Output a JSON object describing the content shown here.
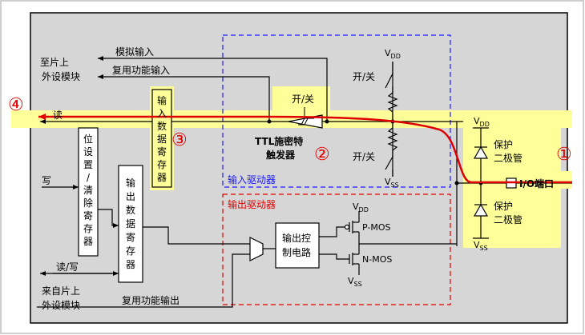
{
  "labels": {
    "to_peripheral_line1": "至片上",
    "to_peripheral_line2": "外设模块",
    "analog_input": "模拟输入",
    "alt_func_input": "复用功能输入",
    "read": "读",
    "write": "写",
    "read_write": "读/写",
    "from_peripheral_line1": "来自片上",
    "from_peripheral_line2": "外设模块",
    "alt_func_output": "复用功能输出",
    "on_off_schmitt": "开/关",
    "on_off_top": "开/关",
    "on_off_bottom": "开/关",
    "schmitt_line1": "TTL施密特",
    "schmitt_line2": "触发器",
    "input_driver": "输入驱动器",
    "output_driver": "输出驱动器",
    "vdd_top": "V",
    "vss_top": "V",
    "vdd_pmos": "V",
    "vss_nmos": "V",
    "vdd_diode": "V",
    "vss_diode": "V",
    "sub_dd": "DD",
    "sub_ss": "SS",
    "pmos": "P-MOS",
    "nmos": "N-MOS",
    "protect_top_1": "保护",
    "protect_top_2": "二极管",
    "protect_bottom_1": "保护",
    "protect_bottom_2": "二极管",
    "io_port": "I/O端口"
  },
  "blocks": {
    "bit_set_clear_register": [
      "位",
      "设",
      "置",
      "/",
      "清",
      "除",
      "寄",
      "存",
      "器"
    ],
    "output_data_register": [
      "输",
      "出",
      "数",
      "据",
      "寄",
      "存",
      "器"
    ],
    "input_data_register": [
      "输",
      "入",
      "数",
      "据",
      "寄",
      "存",
      "器"
    ],
    "output_control_line1": "输出控",
    "output_control_line2": "制电路"
  },
  "markers": [
    "①",
    "②",
    "③",
    "④"
  ],
  "colors": {
    "highlight": "#ffff99",
    "signal_path": "#e00000",
    "input_driver_border": "#1a1aff",
    "output_driver_border": "#e00000",
    "panel": "#d6d6d6"
  }
}
